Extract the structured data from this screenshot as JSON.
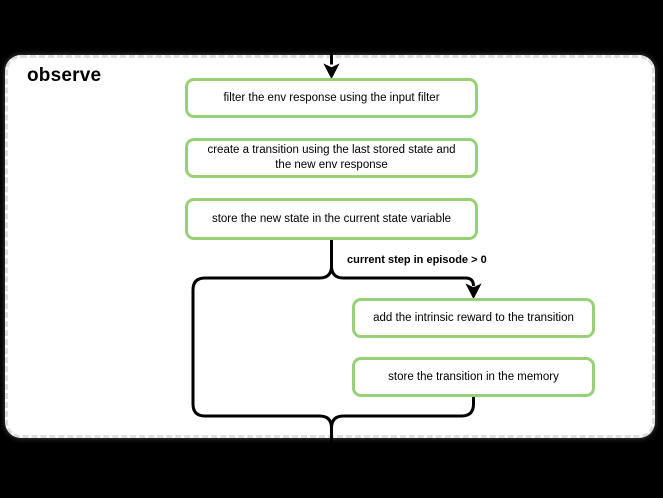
{
  "diagram": {
    "title": "observe",
    "nodes": [
      {
        "id": "filter",
        "label": "filter the env response using the input filter"
      },
      {
        "id": "create",
        "label": "create a transition using the last stored state and the new env response"
      },
      {
        "id": "store_state",
        "label": "store the new state in the current state variable"
      },
      {
        "id": "add_reward",
        "label": "add the intrinsic reward to the transition"
      },
      {
        "id": "store_transition",
        "label": "store the transition in the memory"
      }
    ],
    "condition_label": "current step in episode > 0",
    "colors": {
      "background": "#000000",
      "container_fill": "#ffffff",
      "container_border": "#dedede",
      "node_fill": "#ffffff",
      "node_border": "#97d077",
      "edge": "#000000",
      "text": "#000000"
    }
  }
}
